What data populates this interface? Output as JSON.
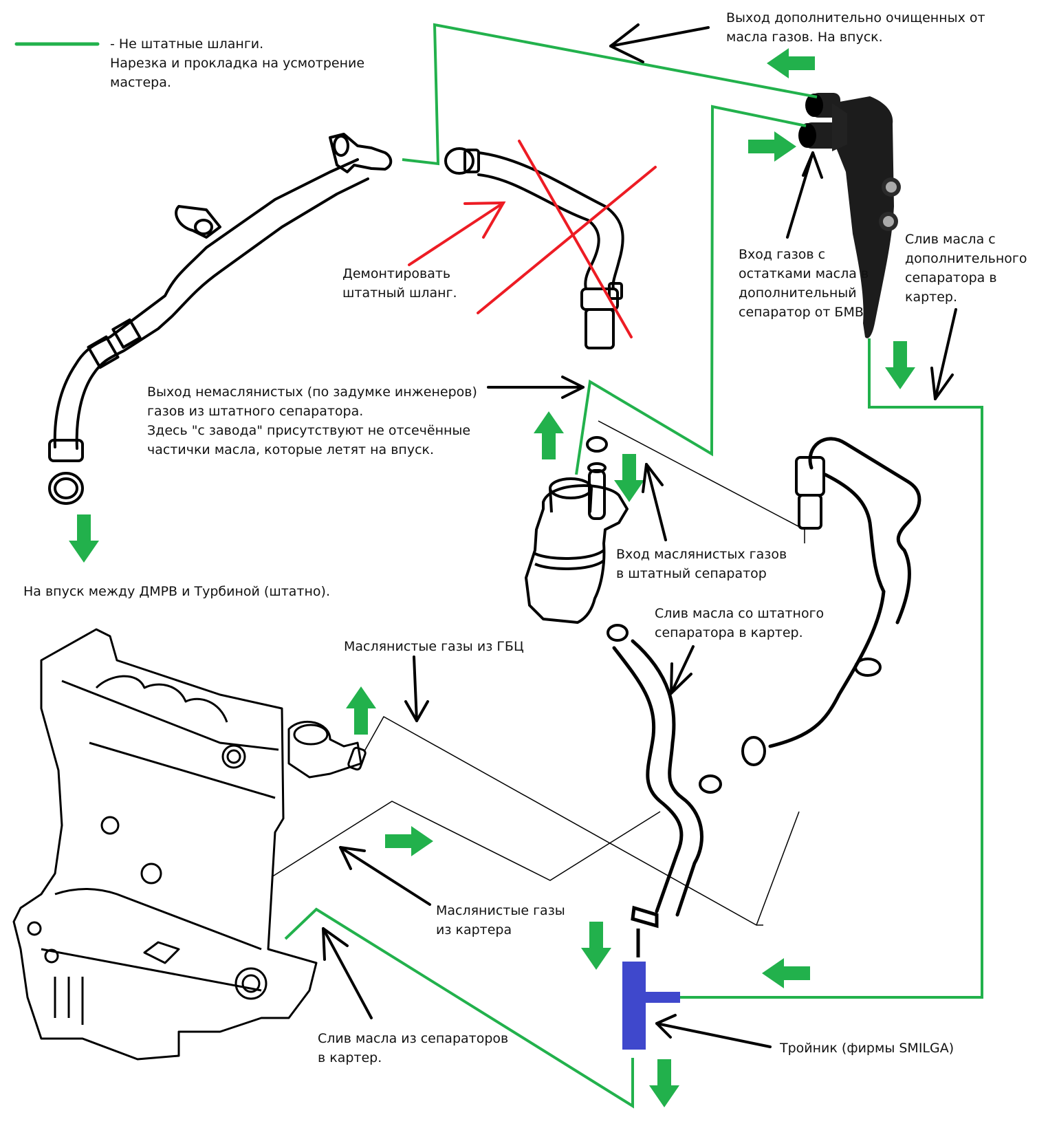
{
  "diagram": {
    "title": "Crankcase ventilation retrofit with additional BMW oil separator",
    "colors": {
      "custom_hose": "#22b14c",
      "flow_arrow": "#22b14c",
      "remove_mark": "#ed1c24",
      "tee_fitting": "#3f48cc",
      "pointer": "#000000",
      "line_art": "#000000"
    },
    "legend": {
      "line_meaning": "- Не штатные шланги.",
      "note_lines": [
        "Нарезка и прокладка на усмотрение",
        "мастера."
      ]
    },
    "labels": {
      "extra_outlet": [
        "Выход дополнительно очищенных от",
        "масла газов. На впуск."
      ],
      "remove_hose": [
        "Демонтировать",
        "штатный шланг."
      ],
      "bmw_inlet": [
        "Вход газов с",
        "остатками масла в",
        "дополнительный",
        "сепаратор от БМВ"
      ],
      "bmw_drain": [
        "Слив масла с",
        "дополнительного",
        "сепаратора в",
        "картер."
      ],
      "stock_outlet": [
        "Выход немаслянистых (по задумке инженеров)",
        "газов из штатного сепаратора.",
        "Здесь \"с завода\" присутствуют не отсечённые",
        "частички масла, которые летят на впуск."
      ],
      "stock_inlet": [
        "Вход маслянистых газов",
        "в штатный сепаратор"
      ],
      "stock_drain": [
        "Слив масла со штатного",
        "сепаратора в картер."
      ],
      "intake": [
        "На впуск между ДМРВ и Турбиной (штатно)."
      ],
      "head_gases": [
        "Маслянистые газы из ГБЦ"
      ],
      "crankcase_gases": [
        "Маслянистые газы",
        "из картера"
      ],
      "separators_drain": [
        "Слив масла из сепараторов",
        "в картер."
      ],
      "tee": [
        "Тройник (фирмы SMILGA)"
      ]
    },
    "components": [
      {
        "id": "intake-pipe",
        "name": "Штатная трубка на впуск"
      },
      {
        "id": "stock-hose-removed",
        "name": "Штатный шланг (демонтировать)"
      },
      {
        "id": "bmw-separator",
        "name": "Дополнительный сепаратор от БМВ"
      },
      {
        "id": "stock-separator",
        "name": "Штатный сепаратор"
      },
      {
        "id": "engine",
        "name": "Двигатель"
      },
      {
        "id": "tee-fitting",
        "name": "Тройник SMILGA"
      }
    ]
  }
}
